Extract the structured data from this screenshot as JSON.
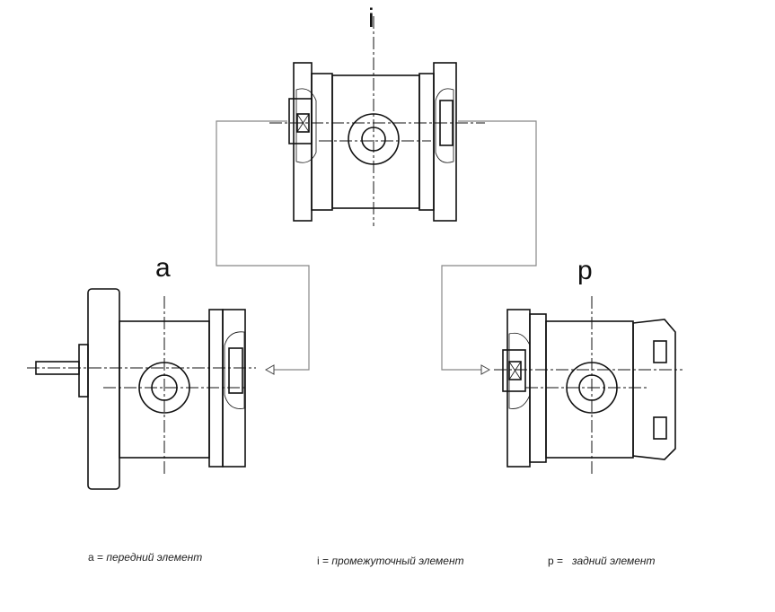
{
  "labels": {
    "a": "a",
    "i": "i",
    "p": "p"
  },
  "captions": [
    {
      "key": "a =",
      "text": "передний элемент"
    },
    {
      "key": "i =",
      "text": "промежуточный элемент"
    },
    {
      "key": "p =",
      "text": "задний элемент"
    }
  ]
}
